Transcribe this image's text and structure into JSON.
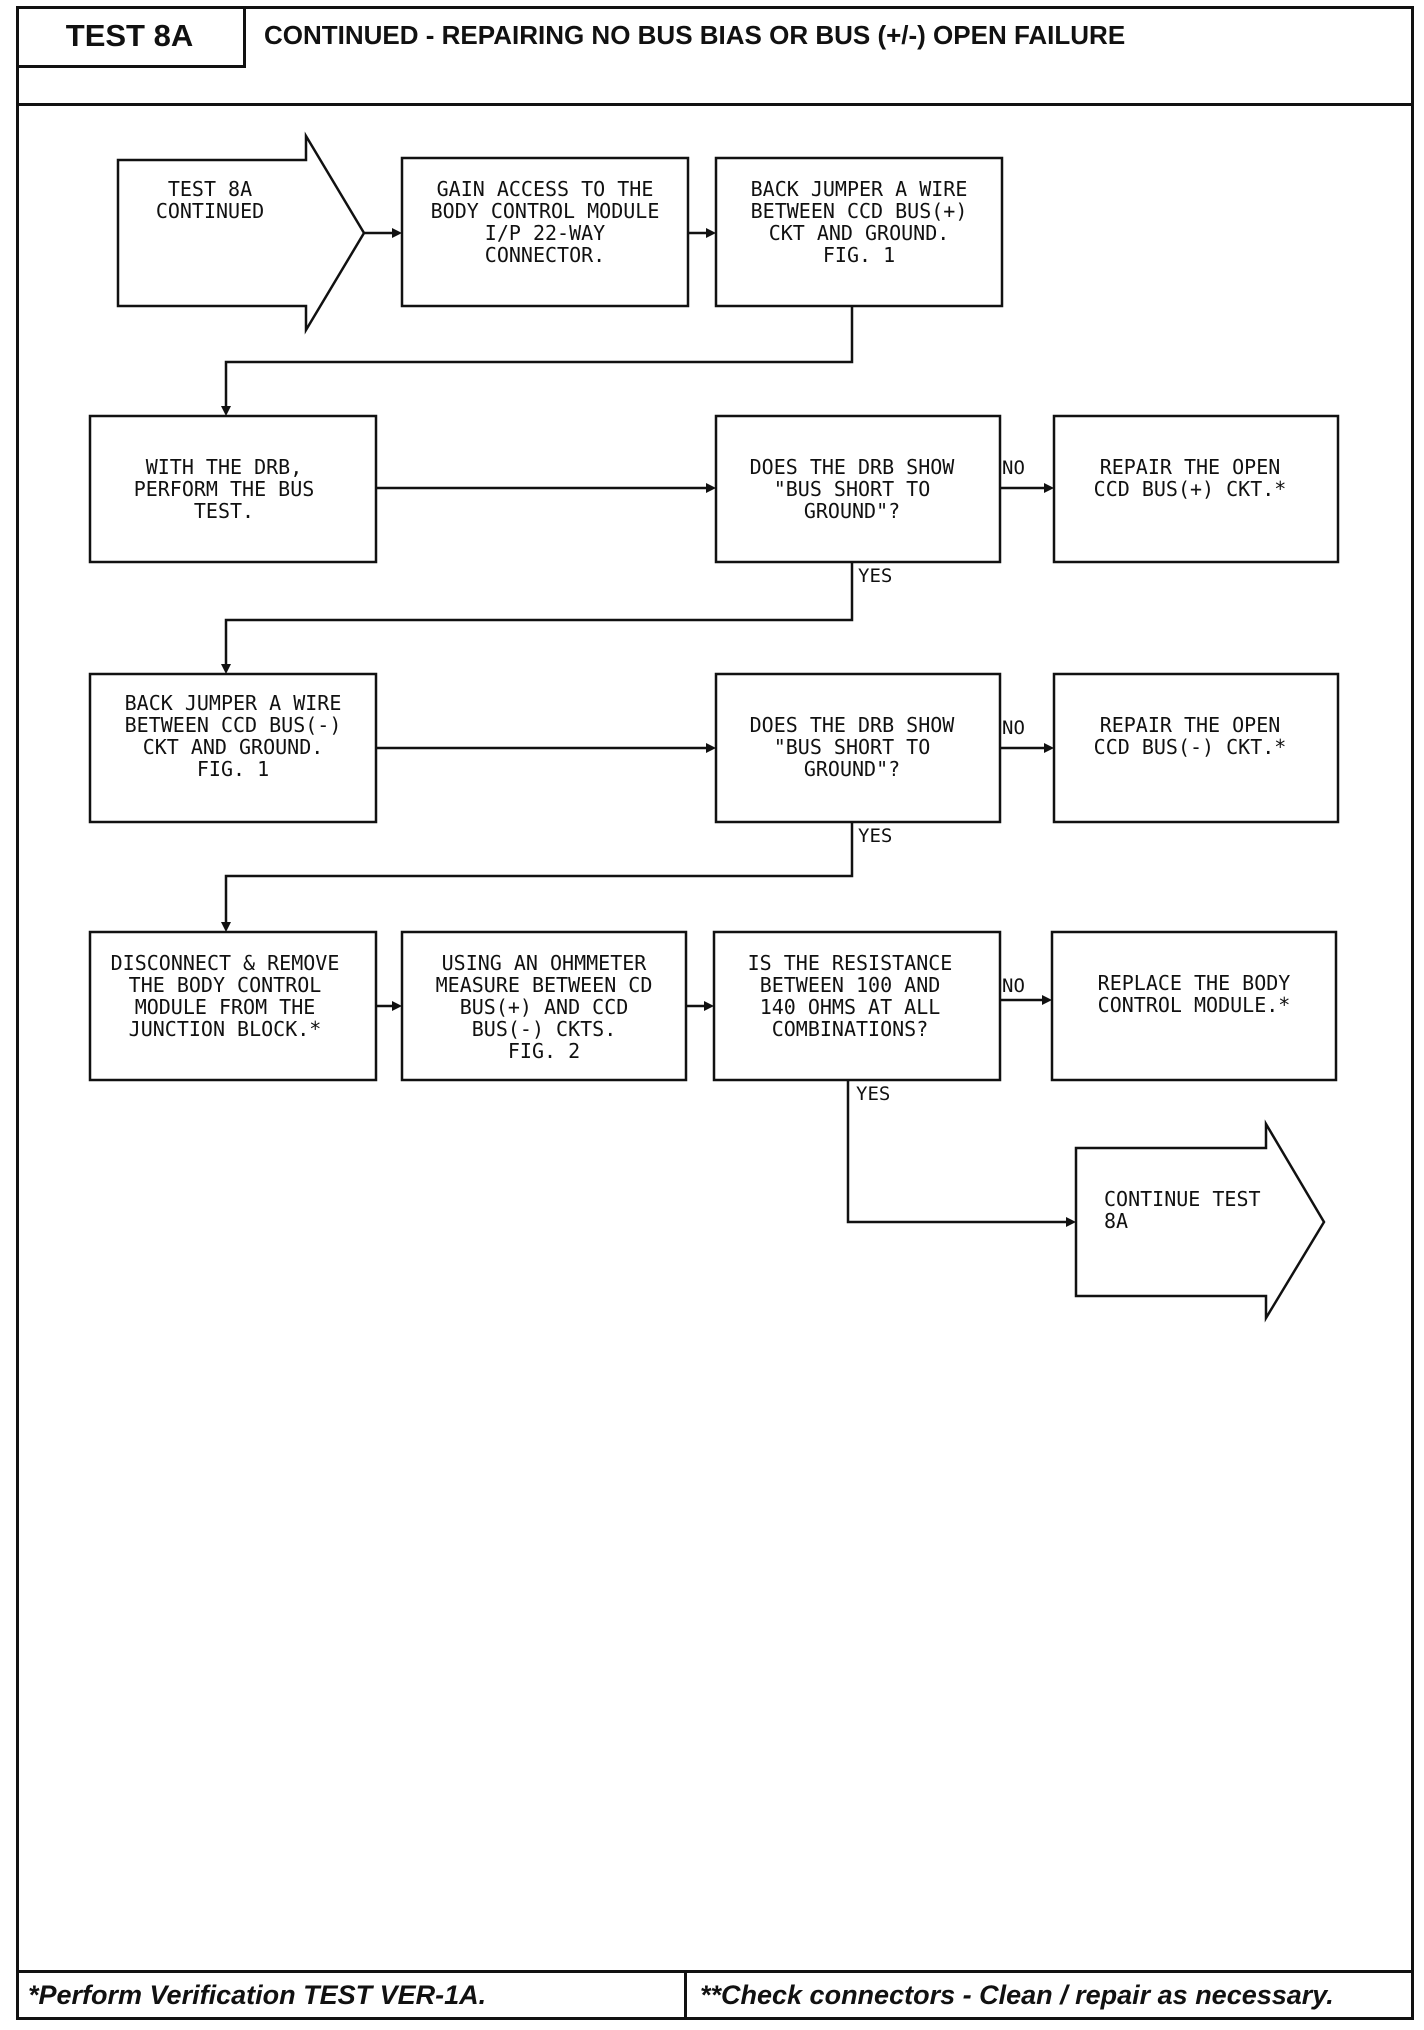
{
  "header": {
    "test_label": "TEST 8A",
    "title": "CONTINUED - REPAIRING NO BUS BIAS OR BUS (+/-) OPEN FAILURE"
  },
  "flowchart": {
    "start": [
      "TEST 8A",
      "CONTINUED"
    ],
    "step_access": [
      "GAIN ACCESS TO THE",
      "BODY CONTROL MODULE",
      "I/P 22-WAY",
      "CONNECTOR."
    ],
    "step_jumper_pos": [
      "BACK JUMPER A WIRE",
      "BETWEEN CCD BUS(+)",
      "CKT AND GROUND.",
      "FIG. 1"
    ],
    "step_bus_test": [
      "WITH THE DRB,",
      "PERFORM THE BUS",
      "TEST."
    ],
    "decision_1": [
      "DOES THE DRB SHOW",
      "\"BUS SHORT TO",
      "GROUND\"?"
    ],
    "repair_pos": [
      "REPAIR THE OPEN",
      "CCD BUS(+) CKT.*"
    ],
    "step_jumper_neg": [
      "BACK JUMPER A WIRE",
      "BETWEEN CCD BUS(-)",
      "CKT AND GROUND.",
      "FIG. 1"
    ],
    "decision_2": [
      "DOES THE DRB SHOW",
      "\"BUS SHORT TO",
      "GROUND\"?"
    ],
    "repair_neg": [
      "REPAIR THE OPEN",
      "CCD BUS(-) CKT.*"
    ],
    "step_remove": [
      "DISCONNECT & REMOVE",
      "THE BODY CONTROL",
      "MODULE FROM THE",
      "JUNCTION BLOCK.*"
    ],
    "step_ohmmeter": [
      "USING AN OHMMETER",
      "MEASURE BETWEEN CD",
      "BUS(+) AND CCD",
      "BUS(-) CKTS.",
      "FIG. 2"
    ],
    "decision_3": [
      "IS THE RESISTANCE",
      "BETWEEN 100 AND",
      "140 OHMS AT ALL",
      "COMBINATIONS?"
    ],
    "replace_bcm": [
      "REPLACE THE BODY",
      "CONTROL MODULE.*"
    ],
    "end": [
      "CONTINUE TEST",
      "8A"
    ],
    "label_no": "NO",
    "label_yes": "YES"
  },
  "footer": {
    "left": "*Perform Verification TEST VER-1A.",
    "right": "**Check connectors - Clean / repair as necessary."
  }
}
